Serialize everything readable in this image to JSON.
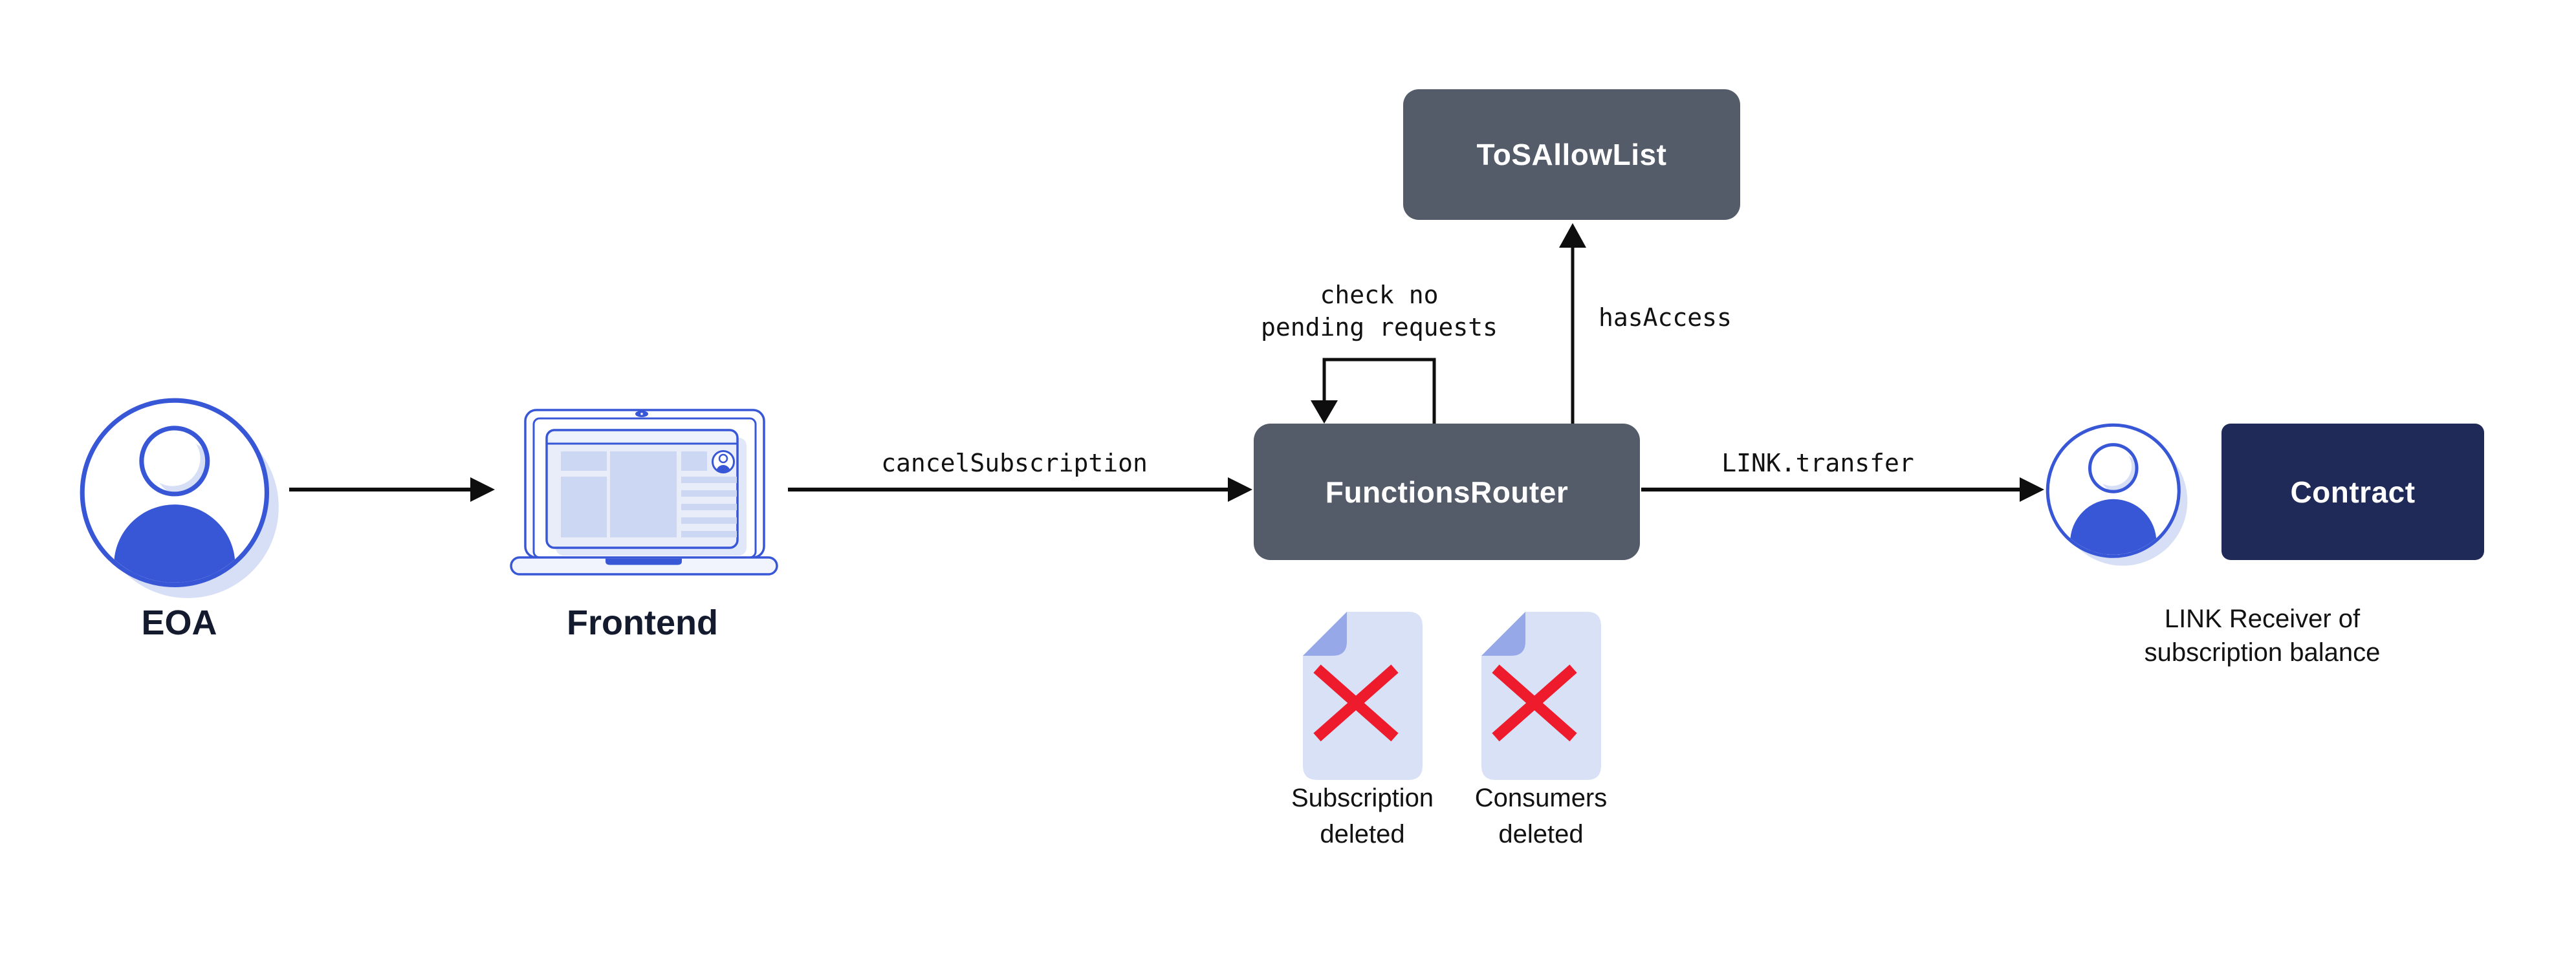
{
  "theme": {
    "colors": {
      "slate": "#545b69",
      "navy": "#202a58",
      "blue": "#3857d6",
      "blue-soft": "#ccd7f3",
      "blue-pale": "#e9edfa",
      "blue-header": "#eef2fc",
      "shadow": "#d7dff6",
      "doc-fill": "#d9e1f7",
      "doc-fold": "#96a8e8",
      "red": "#ed1b2b",
      "line": "#0e0e0e",
      "caption-dark": "#141b2f"
    }
  },
  "icons": {
    "eoa": "person-circle-icon",
    "frontend": "laptop-browser-icon",
    "receiver": "person-circle-icon",
    "subscription_deleted": "document-x-icon",
    "consumers_deleted": "document-x-icon"
  },
  "nodes": {
    "tos_allow_list": {
      "label": "ToSAllowList"
    },
    "functions_router": {
      "label": "FunctionsRouter"
    },
    "contract": {
      "label": "Contract"
    }
  },
  "actors": {
    "eoa": {
      "label": "EOA"
    },
    "frontend": {
      "label": "Frontend"
    },
    "link_receiver": {
      "caption": "LINK Receiver of\nsubscription balance"
    }
  },
  "edges": {
    "frontend_to_router": {
      "label": "cancelSubscription"
    },
    "router_to_receiver": {
      "label": "LINK.transfer"
    },
    "router_to_tos": {
      "label": "hasAccess"
    },
    "router_self_loop": {
      "label": "check no\npending requests"
    }
  },
  "artifacts": {
    "subscription_deleted": {
      "caption": "Subscription\ndeleted"
    },
    "consumers_deleted": {
      "caption": "Consumers\ndeleted"
    }
  }
}
